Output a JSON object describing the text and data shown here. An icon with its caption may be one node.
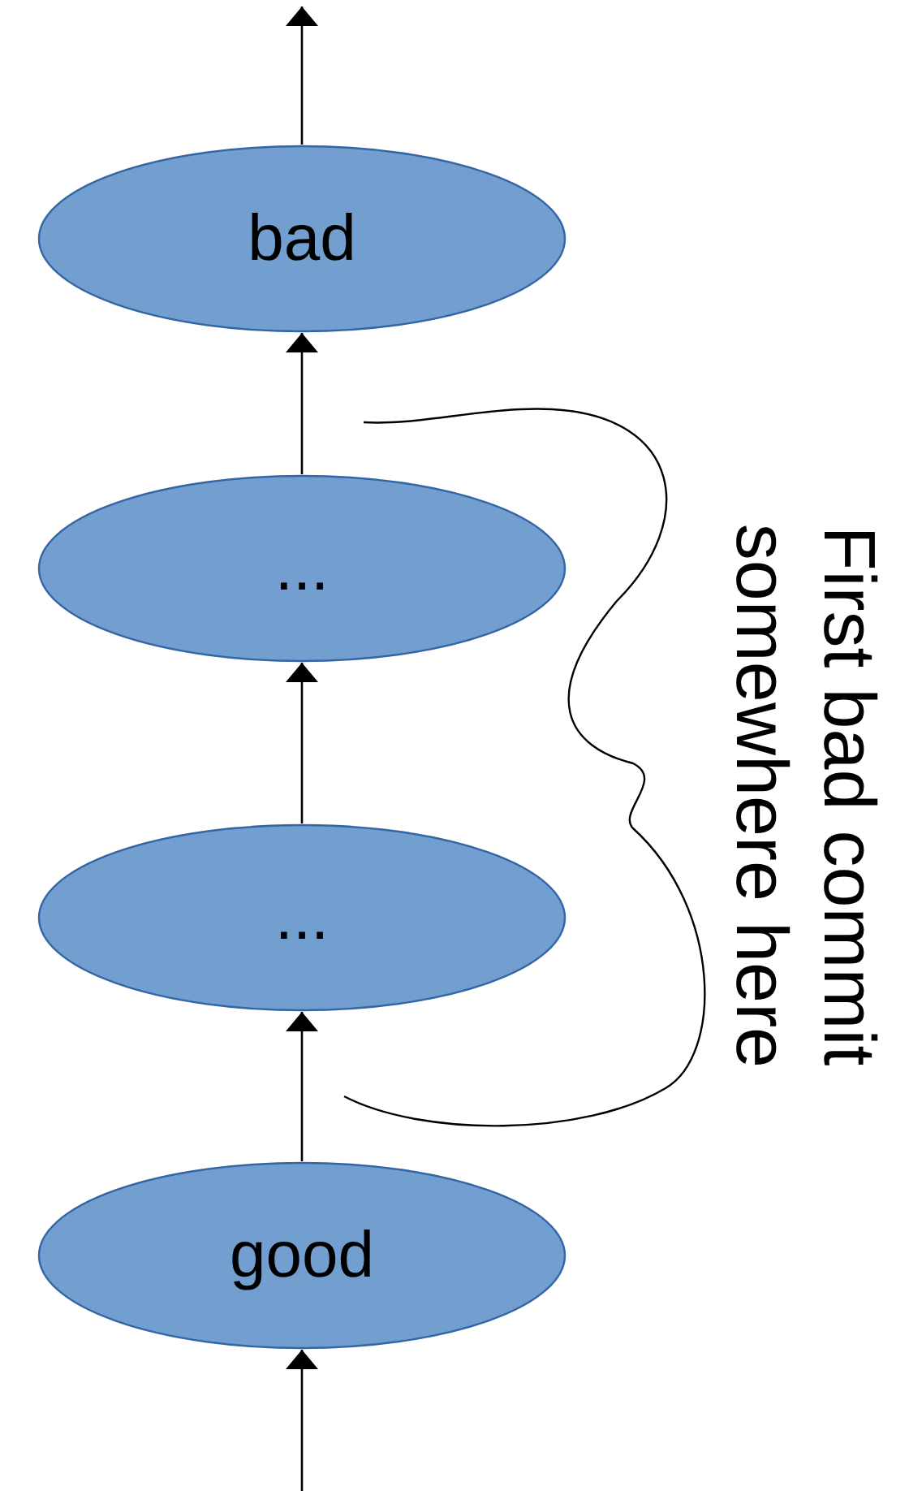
{
  "diagram": {
    "nodes": [
      {
        "text": [
          "bad"
        ]
      },
      {
        "text": [
          "..."
        ]
      },
      {
        "text": [
          "..."
        ]
      },
      {
        "text": [
          "good"
        ]
      }
    ],
    "edges": [
      {
        "from": null,
        "to": 3,
        "arrow": "to"
      },
      {
        "from": 3,
        "to": 2,
        "arrow": "to"
      },
      {
        "from": 2,
        "to": 1,
        "arrow": "to"
      },
      {
        "from": 1,
        "to": 0,
        "arrow": "to"
      },
      {
        "from": 0,
        "to": null,
        "arrow": "to"
      }
    ],
    "labels": [
      "First bad commit somewhere here"
    ]
  }
}
